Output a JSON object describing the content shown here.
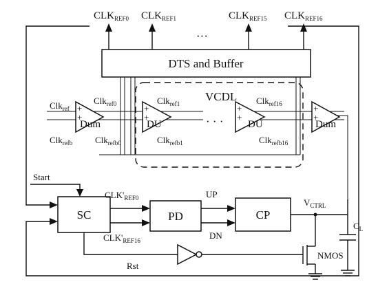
{
  "blocks": {
    "dts": "DTS and Buffer",
    "vcdl": "VCDL",
    "sc": "SC",
    "pd": "PD",
    "cp": "CP",
    "nmos": "NMOS",
    "du": "DU",
    "dum": "Dum"
  },
  "outputs": {
    "clk_base": "CLK",
    "ref0": "REF0",
    "ref1": "REF1",
    "ref15": "REF15",
    "ref16": "REF16",
    "dots": "···"
  },
  "delay_labels": {
    "clk_base": "Clk",
    "ref": "ref",
    "refb": "refb",
    "ref0": "ref0",
    "refb0": "refb0",
    "ref1": "ref1",
    "refb1": "refb1",
    "ref16": "ref16",
    "refb16": "refb16",
    "dots": "· · ·",
    "plus": "+"
  },
  "signals": {
    "start": "Start",
    "clkp_base": "CLK'",
    "clkp_ref0": "REF0",
    "clkp_ref16": "REF16",
    "up": "UP",
    "dn": "DN",
    "v_base": "V",
    "v_sub": "CTRL",
    "cl_base": "C",
    "cl_sub": "L",
    "rst": "Rst"
  }
}
